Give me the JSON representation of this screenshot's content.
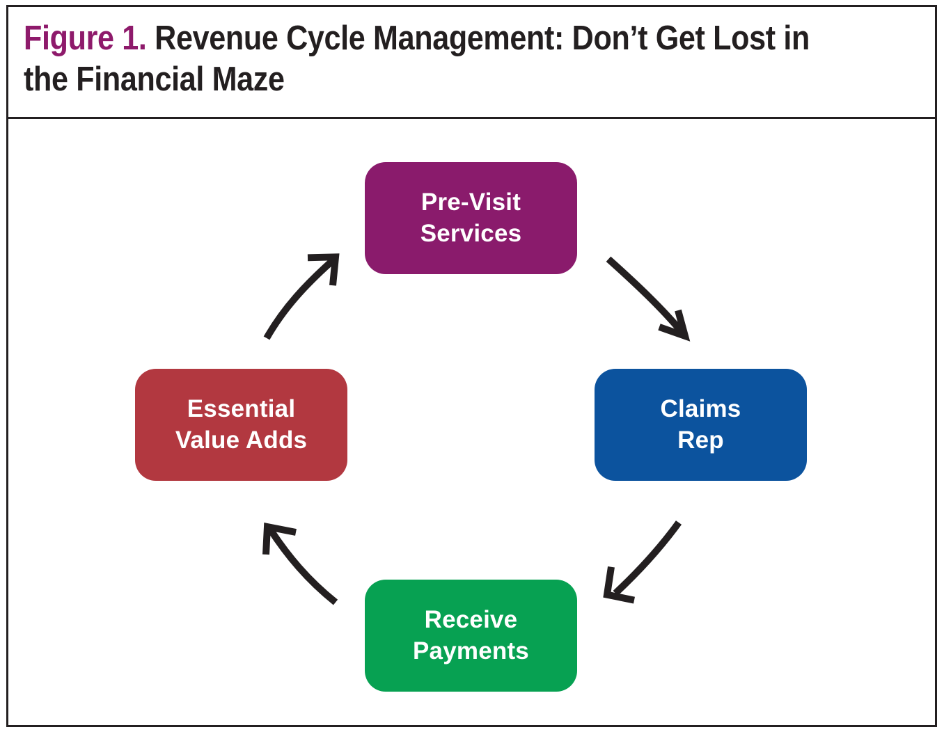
{
  "figure": {
    "label": "Figure 1.",
    "title": " Revenue Cycle Management: Don’t Get Lost in the Financial Maze",
    "label_color": "#8e1a6b",
    "title_color": "#231f20",
    "border_color": "#231f20",
    "background": "#ffffff"
  },
  "diagram": {
    "type": "cycle",
    "direction": "clockwise",
    "node_text_color": "#ffffff",
    "arrow_color": "#231f20",
    "nodes": [
      {
        "id": "pre-visit-services",
        "label": "Pre-Visit\nServices",
        "position": "top",
        "color": "#8a1b6c"
      },
      {
        "id": "claims-rep",
        "label": "Claims\nRep",
        "position": "right",
        "color": "#0c539e"
      },
      {
        "id": "receive-payments",
        "label": "Receive\nPayments",
        "position": "bottom",
        "color": "#07a152"
      },
      {
        "id": "essential-value-adds",
        "label": "Essential\nValue Adds",
        "position": "left",
        "color": "#b23840"
      }
    ],
    "arrows": [
      {
        "id": "arrow-pre-visit-to-claims-rep",
        "from": "pre-visit-services",
        "to": "claims-rep"
      },
      {
        "id": "arrow-claims-rep-to-receive-payments",
        "from": "claims-rep",
        "to": "receive-payments"
      },
      {
        "id": "arrow-receive-payments-to-value-adds",
        "from": "receive-payments",
        "to": "essential-value-adds"
      },
      {
        "id": "arrow-value-adds-to-pre-visit",
        "from": "essential-value-adds",
        "to": "pre-visit-services"
      }
    ]
  }
}
